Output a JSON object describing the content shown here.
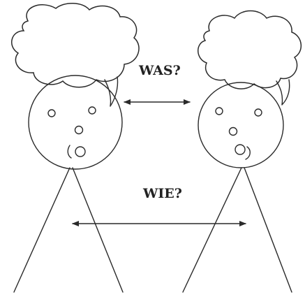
{
  "labels": {
    "what": "WAS?",
    "how": "WIE?"
  },
  "figures": [
    {
      "id": "left-person",
      "facing": "right",
      "has-thought-bubble": true
    },
    {
      "id": "right-person",
      "facing": "left",
      "has-thought-bubble": true
    }
  ],
  "arrows": [
    {
      "id": "what-arrow",
      "style": "double-headed",
      "connects": [
        "left-person",
        "right-person"
      ]
    },
    {
      "id": "how-arrow",
      "style": "double-headed",
      "connects": [
        "left-person",
        "right-person"
      ]
    }
  ],
  "colors": {
    "ink": "#2a2a2a",
    "background": "#ffffff"
  }
}
